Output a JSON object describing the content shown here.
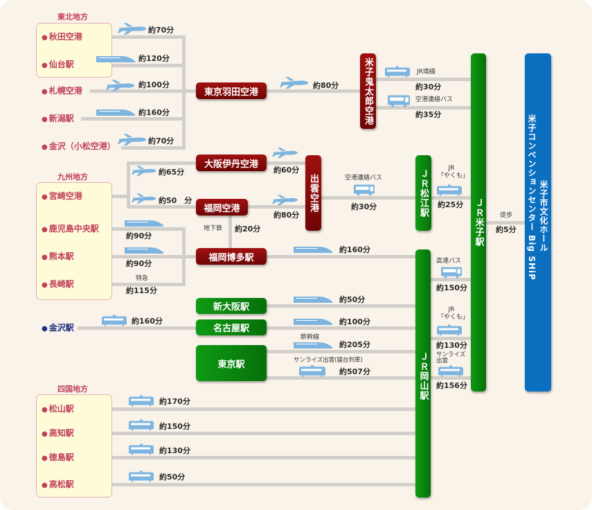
{
  "colors": {
    "airport": "#8b0a0a",
    "jr_station": "#0a8a0a",
    "venue": "#0b6fc0",
    "origin": "#c0405a",
    "kanazawa": "#1f2d82",
    "route_line": "#d2cfcb",
    "icon": "#7db5e0"
  },
  "tohoku": {
    "label": "東北地方",
    "items": [
      "秋田空港",
      "仙台駅",
      "札幌空港",
      "新潟駅",
      "金沢（小松空港）"
    ],
    "times": [
      "約70分",
      "約120分",
      "約100分",
      "約160分",
      "約70分"
    ]
  },
  "kyushu": {
    "label": "九州地方",
    "items": [
      "宮崎空港",
      "鹿児島中央駅",
      "熊本駅",
      "長崎駅"
    ],
    "times": {
      "miyazaki_itami": "約65分",
      "miyazaki_fukuoka": "約50　分",
      "kagoshima": "約90分",
      "kumamoto": "約90分",
      "nagasaki_note": "特急",
      "nagasaki": "約115分"
    }
  },
  "shikoku": {
    "label": "四国地方",
    "items": [
      "松山駅",
      "高知駅",
      "徳島駅",
      "高松駅"
    ],
    "times": [
      "約170分",
      "約150分",
      "約130分",
      "約50分"
    ]
  },
  "kanazawa": {
    "label": "金沢駅",
    "time": "約160分"
  },
  "hubs": {
    "haneda": "東京羽田空港",
    "itami": "大阪伊丹空港",
    "fukuoka_airport": "福岡空港",
    "hakata": "福岡博多駅",
    "shin_osaka": "新大阪駅",
    "nagoya": "名古屋駅",
    "tokyo": "東京駅",
    "yonago_airport": "米子鬼太郎空港",
    "izumo_airport": "出雲空港",
    "matsue": "ＪＲ松江駅",
    "okayama": "ＪＲ岡山駅",
    "yonago": "ＪＲ米子駅"
  },
  "venue": {
    "line1": "米子市文化ホール",
    "line2": "米子コンベンションセンター Big SHiP"
  },
  "routes": {
    "haneda_yonago": "約80分",
    "sakai_line": "JR境線",
    "sakai_time": "約30分",
    "yonago_bus": "空港連絡バス",
    "yonago_bus_time": "約35分",
    "itami_izumo": "約60分",
    "fukuoka_izumo": "約80分",
    "subway": "地下鉄",
    "subway_time": "約20分",
    "izumo_bus": "空港連絡バス",
    "izumo_bus_time": "約30分",
    "yakumo_label": "JR",
    "yakumo_name": "「やくも」",
    "matsue_time": "約25分",
    "walk": "徒歩",
    "walk_time": "約5分",
    "hakata_okayama": "約160分",
    "shin_osaka_okayama": "約50分",
    "nagoya_okayama": "約100分",
    "shinkansen": "新幹線",
    "tokyo_okayama": "約205分",
    "sunrise_full": "サンライズ出雲(寝台列車)",
    "tokyo_sunrise": "約507分",
    "highway_bus": "高速バス",
    "highway_bus_time": "約150分",
    "okayama_yakumo_label": "JR",
    "okayama_yakumo_name": "「やくも」",
    "okayama_yakumo_time": "約130分",
    "sunrise_1": "サンライズ",
    "sunrise_2": "出雲",
    "okayama_sunrise_time": "約156分"
  }
}
